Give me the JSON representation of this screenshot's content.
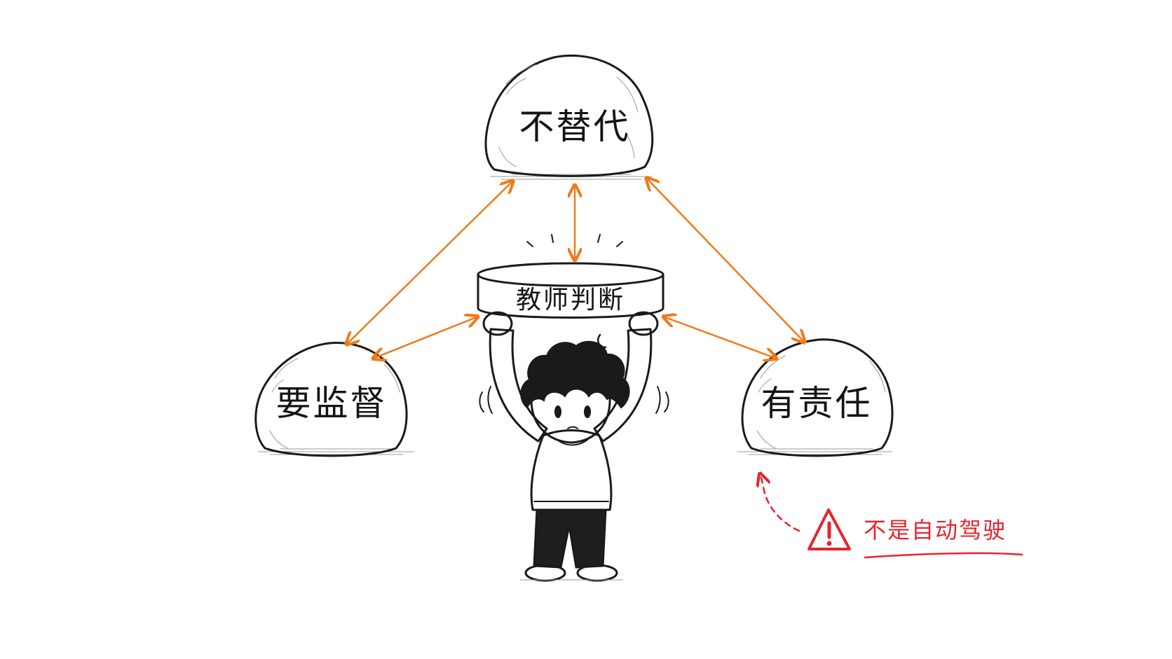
{
  "nodes": {
    "top": {
      "label": "不替代"
    },
    "left": {
      "label": "要监督"
    },
    "right": {
      "label": "有责任"
    },
    "center": {
      "label": "教师判断"
    }
  },
  "warning": {
    "label": "不是自动驾驶",
    "icon": "warning-triangle-icon",
    "color": "#e8232b"
  },
  "colors": {
    "arrow": "#f07a1a",
    "ink": "#1a1a1a",
    "warning": "#e8232b"
  }
}
